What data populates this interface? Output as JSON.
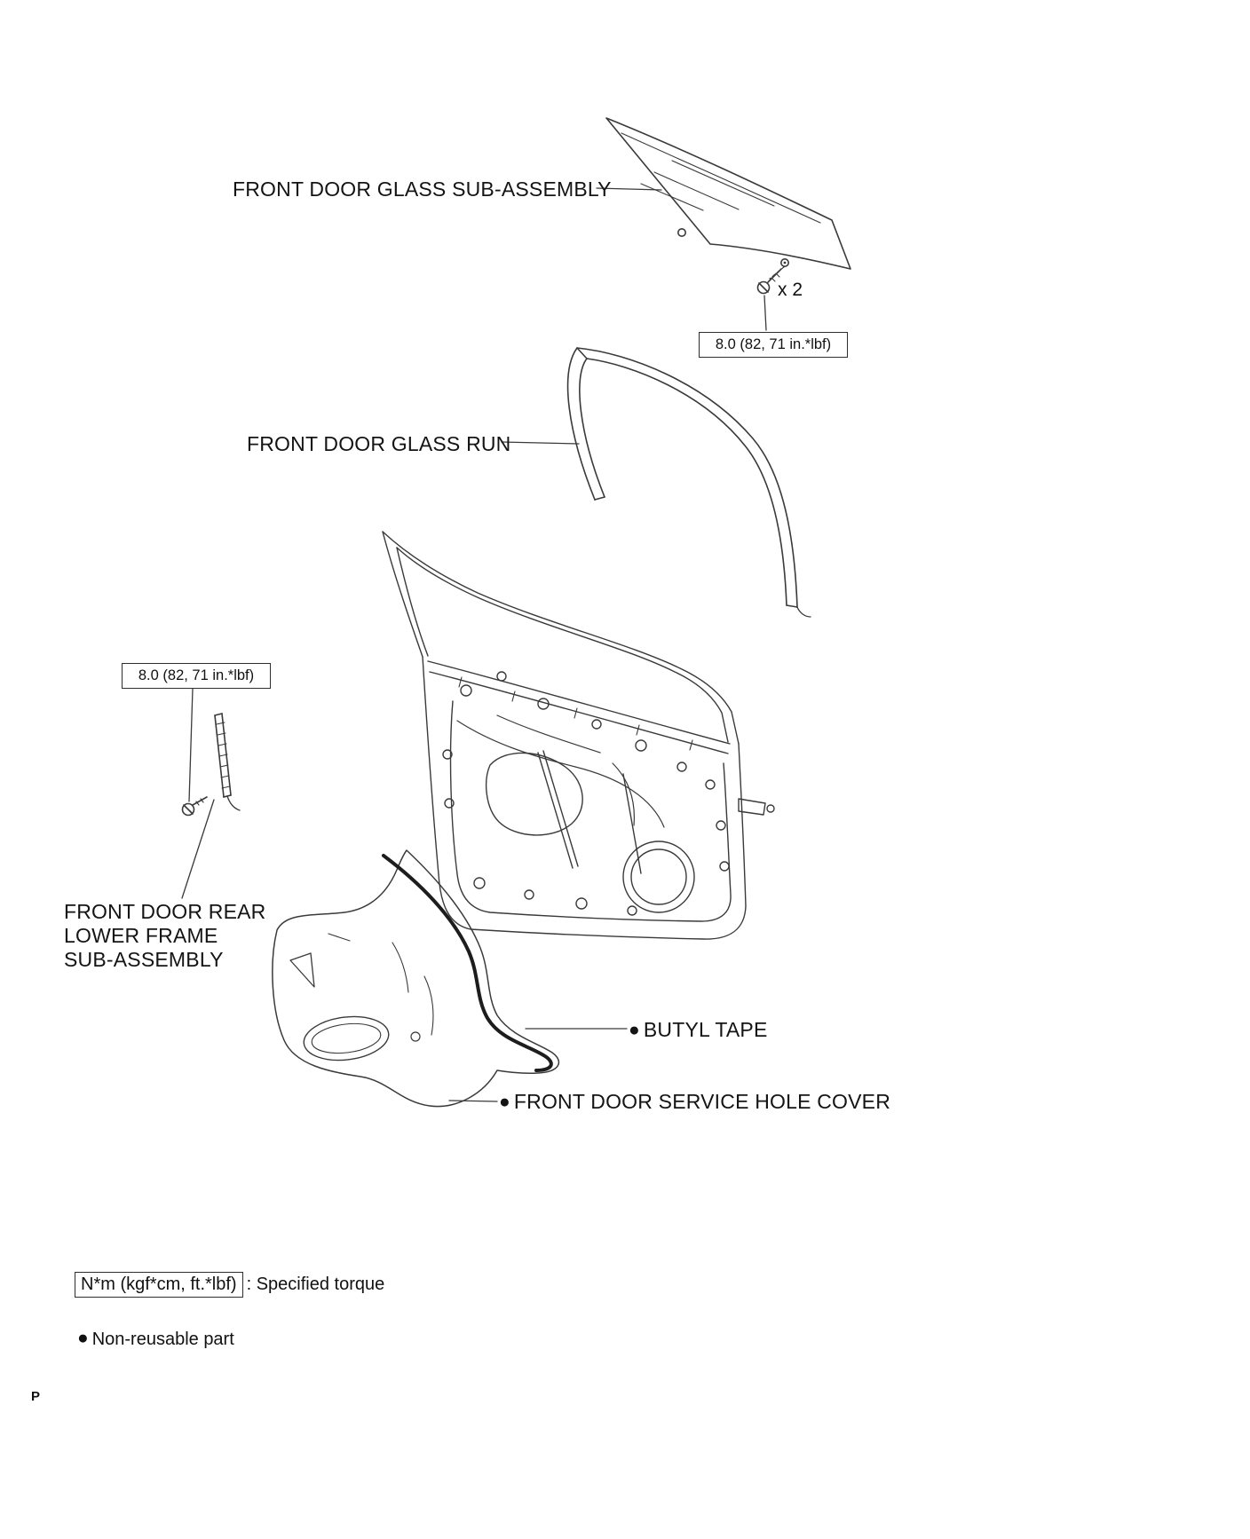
{
  "page": {
    "footer_mark": "P"
  },
  "diagram": {
    "parts": {
      "glass": {
        "label": "FRONT DOOR GLASS SUB-ASSEMBLY"
      },
      "glass_run": {
        "label": "FRONT DOOR GLASS RUN"
      },
      "rear_lower_frame": {
        "label_lines": [
          "FRONT DOOR REAR",
          "LOWER FRAME",
          "SUB-ASSEMBLY"
        ]
      },
      "butyl_tape": {
        "bullet": "●",
        "label": "BUTYL TAPE"
      },
      "service_hole_cover": {
        "bullet": "●",
        "label": "FRONT DOOR SERVICE HOLE COVER"
      }
    },
    "fasteners": {
      "glass_bolt": {
        "count_label": "x 2",
        "torque": "8.0 (82, 71 in.*lbf)"
      },
      "frame_bolt": {
        "torque": "8.0 (82, 71 in.*lbf)"
      }
    }
  },
  "legend": {
    "torque_box": "N*m (kgf*cm, ft.*lbf)",
    "torque_desc": ": Specified torque",
    "non_reusable_bullet": "●",
    "non_reusable_text": "Non-reusable part"
  },
  "colors": {
    "line": "#3a3a3a",
    "tape": "#1d1d1d"
  }
}
